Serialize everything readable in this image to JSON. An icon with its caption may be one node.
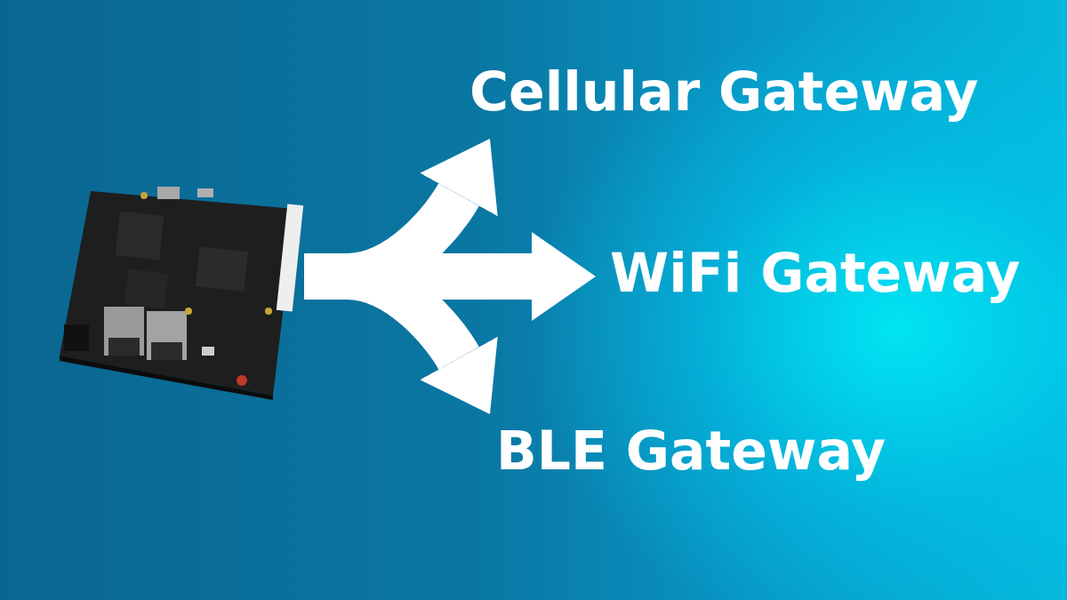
{
  "diagram": {
    "nodes": [
      {
        "text": [],
        "shape": "picture"
      },
      {
        "text": [
          "Cellular Gateway"
        ]
      },
      {
        "text": [
          "WiFi Gateway"
        ]
      },
      {
        "text": [
          "BLE Gateway"
        ]
      }
    ],
    "edges": [
      {
        "from": 0,
        "to": 1,
        "arrow": "to"
      },
      {
        "from": 0,
        "to": 2,
        "arrow": "to"
      },
      {
        "from": 0,
        "to": 3,
        "arrow": "to"
      }
    ]
  }
}
